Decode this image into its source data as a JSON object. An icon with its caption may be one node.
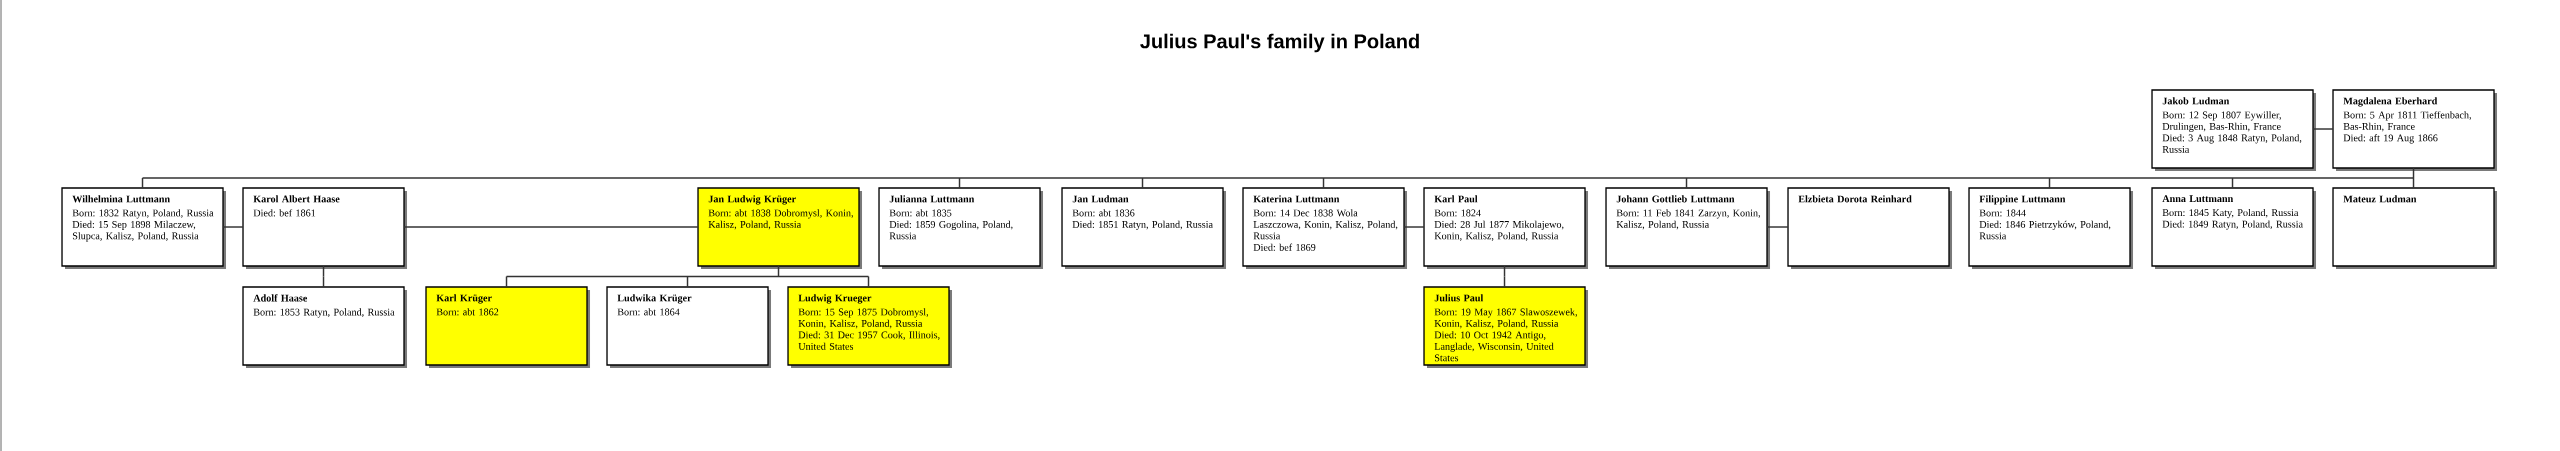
{
  "diagram": {
    "title": "Julius Paul's family in Poland",
    "nodes": [
      {
        "text": [
          "Jakob Ludman",
          "Born: 12 Sep 1807 Eywiller, Drulingen, Bas-Rhin, France",
          "Died: 3 Aug 1848 Ratyn, Poland, Russia"
        ]
      },
      {
        "text": [
          "Magdalena Eberhard",
          "Born: 5 Apr 1811 Tieffenbach, Bas-Rhin, France",
          "Died: aft 19 Aug 1866"
        ]
      },
      {
        "text": [
          "Wilhelmina Luttmann",
          "Born: 1832 Ratyn, Poland, Russia",
          "Died: 15 Sep 1898 Milaczew, Slupca, Kalisz, Poland, Russia"
        ]
      },
      {
        "text": [
          "Karol Albert Haase",
          "Died: bef 1861"
        ]
      },
      {
        "text": [
          "Jan Ludwig Krüger",
          "Born: abt 1838 Dobromysl, Konin, Kalisz, Poland, Russia"
        ]
      },
      {
        "text": [
          "Julianna Luttmann",
          "Born: abt 1835",
          "Died: 1859 Gogolina, Poland, Russia"
        ]
      },
      {
        "text": [
          "Jan Ludman",
          "Born: abt 1836",
          "Died: 1851 Ratyn, Poland, Russia"
        ]
      },
      {
        "text": [
          "Katerina Luttmann",
          "Born: 14 Dec 1838 Wola Laszczowa, Konin, Kalisz, Poland, Russia",
          "Died: bef 1869"
        ]
      },
      {
        "text": [
          "Karl Paul",
          "Born: 1824",
          "Died: 28 Jul 1877 Mikolajewo, Konin, Kalisz, Poland, Russia"
        ]
      },
      {
        "text": [
          "Johann Gottlieb Luttmann",
          "Born: 11 Feb 1841 Zarzyn, Konin, Kalisz, Poland, Russia"
        ]
      },
      {
        "text": [
          "Elzbieta Dorota Reinhard"
        ]
      },
      {
        "text": [
          "Filippine Luttmann",
          "Born: 1844",
          "Died: 1846 Pietrzyków, Poland, Russia"
        ]
      },
      {
        "text": [
          "Anna Luttmann",
          "Born: 1845 Katy, Poland, Russia",
          "Died: 1849 Ratyn, Poland, Russia"
        ]
      },
      {
        "text": [
          "Mateuz Ludman"
        ]
      },
      {
        "text": [
          "Adolf Haase",
          "Born: 1853 Ratyn, Poland, Russia"
        ]
      },
      {
        "text": [
          "Karl Krüger",
          "Born: abt 1862"
        ]
      },
      {
        "text": [
          "Ludwika Krüger",
          "Born: abt 1864"
        ]
      },
      {
        "text": [
          "Ludwig Krueger",
          "Born: 15 Sep 1875 Dobromysl, Konin, Kalisz, Poland, Russia",
          "Died: 31 Dec 1957 Cook, Illinois, United States"
        ]
      },
      {
        "text": [
          "Julius Paul",
          "Born: 19 May 1867 Slawoszewek, Konin, Kalisz, Poland, Russia",
          "Died: 10 Oct 1942 Antigo, Langlade, Wisconsin, United States"
        ]
      }
    ],
    "edges": [
      {
        "from": 0,
        "to": 1,
        "arrow": "none"
      },
      {
        "from": 1,
        "to": 2,
        "arrow": "none"
      },
      {
        "from": 1,
        "to": 5,
        "arrow": "none"
      },
      {
        "from": 1,
        "to": 6,
        "arrow": "none"
      },
      {
        "from": 1,
        "to": 7,
        "arrow": "none"
      },
      {
        "from": 1,
        "to": 9,
        "arrow": "none"
      },
      {
        "from": 1,
        "to": 11,
        "arrow": "none"
      },
      {
        "from": 1,
        "to": 12,
        "arrow": "none"
      },
      {
        "from": 1,
        "to": 13,
        "arrow": "none"
      },
      {
        "from": 2,
        "to": 3,
        "arrow": "none"
      },
      {
        "from": 3,
        "to": 4,
        "arrow": "none"
      },
      {
        "from": 7,
        "to": 8,
        "arrow": "none"
      },
      {
        "from": 9,
        "to": 10,
        "arrow": "none"
      },
      {
        "from": 3,
        "to": 14,
        "arrow": "none"
      },
      {
        "from": 4,
        "to": 15,
        "arrow": "none"
      },
      {
        "from": 4,
        "to": 16,
        "arrow": "none"
      },
      {
        "from": 4,
        "to": 17,
        "arrow": "none"
      },
      {
        "from": 8,
        "to": 18,
        "arrow": "none"
      }
    ]
  }
}
